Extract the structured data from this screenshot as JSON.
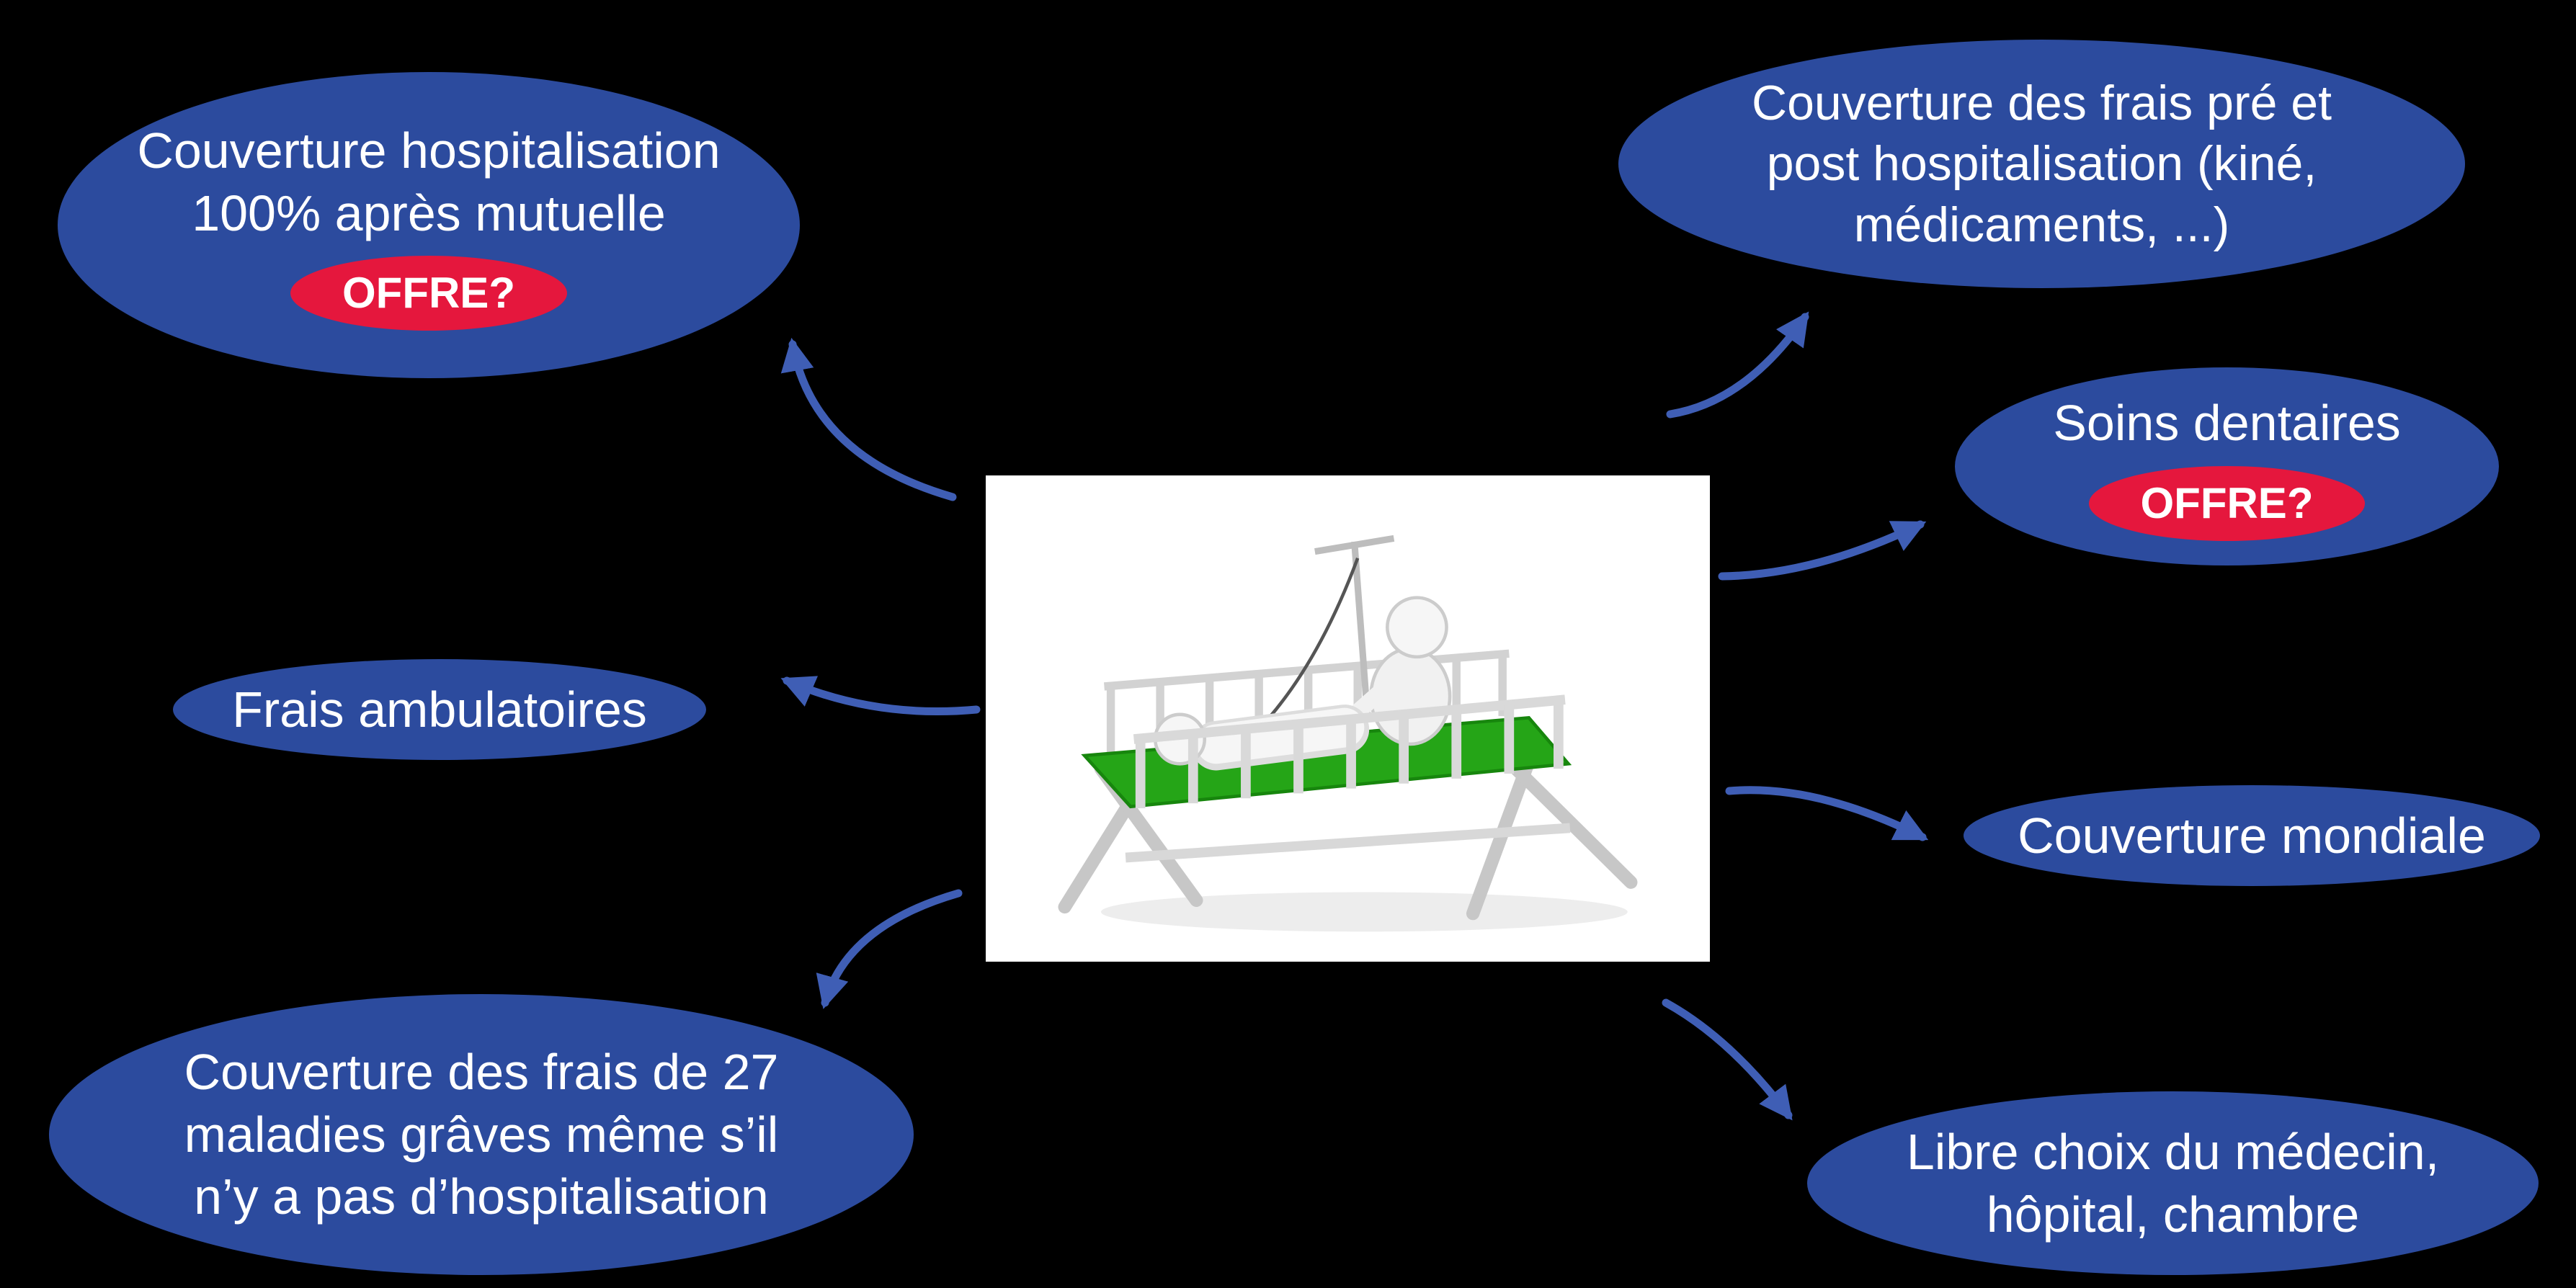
{
  "colors": {
    "background": "#000000",
    "node_fill": "#2c4b9e",
    "badge_fill": "#e5173d",
    "arrow": "#3f5eb5",
    "text": "#ffffff",
    "mattress_green": "#25a517"
  },
  "center_image": {
    "name": "hospital-bed-illustration"
  },
  "nodes": [
    {
      "id": "couverture-hospitalisation",
      "label": [
        "Couverture hospitalisation",
        "100% après mutuelle"
      ],
      "badge": "OFFRE?"
    },
    {
      "id": "frais-pre-post",
      "label": [
        "Couverture des frais pré et",
        "post hospitalisation (kiné,",
        "médicaments, ...)"
      ]
    },
    {
      "id": "soins-dentaires",
      "label": [
        "Soins dentaires"
      ],
      "badge": "OFFRE?"
    },
    {
      "id": "frais-ambulatoires",
      "label": [
        "Frais ambulatoires"
      ]
    },
    {
      "id": "couverture-mondiale",
      "label": [
        "Couverture mondiale"
      ]
    },
    {
      "id": "maladies-graves",
      "label": [
        "Couverture des frais de 27",
        "maladies grâves même s’il",
        "n’y a pas d’hospitalisation"
      ]
    },
    {
      "id": "libre-choix",
      "label": [
        "Libre choix du médecin,",
        "hôpital, chambre"
      ]
    }
  ],
  "connectors": [
    {
      "from": "center",
      "to": "couverture-hospitalisation"
    },
    {
      "from": "center",
      "to": "frais-pre-post"
    },
    {
      "from": "center",
      "to": "soins-dentaires"
    },
    {
      "from": "center",
      "to": "frais-ambulatoires"
    },
    {
      "from": "center",
      "to": "couverture-mondiale"
    },
    {
      "from": "center",
      "to": "maladies-graves"
    },
    {
      "from": "center",
      "to": "libre-choix"
    }
  ]
}
